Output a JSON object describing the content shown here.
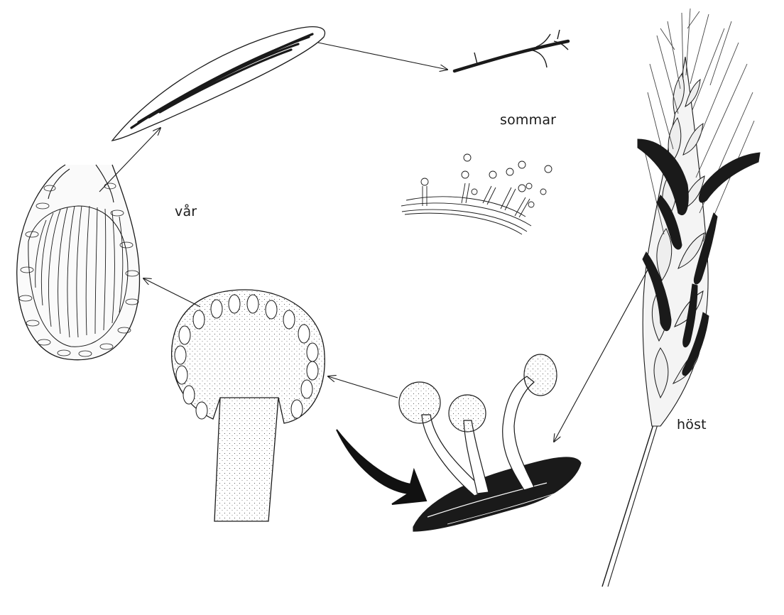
{
  "labels": {
    "spring": "vår",
    "summer": "sommar",
    "autumn": "höst"
  },
  "colors": {
    "ink": "#1a1a1a",
    "background": "#ffffff"
  }
}
